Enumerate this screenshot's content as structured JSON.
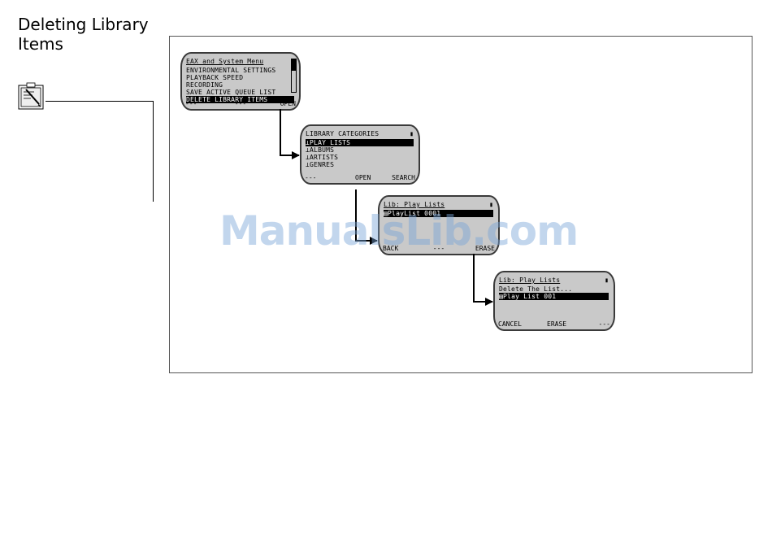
{
  "page": {
    "heading": "Deleting Library Items",
    "watermark": "ManualsLib.com"
  },
  "icons": {
    "note": "note-pad-icon",
    "battery": "battery-icon",
    "folder": "folder-tree-icon",
    "playlist": "playlist-icon"
  },
  "screens": {
    "eax_menu": {
      "title": "EAX and System Menu",
      "items": [
        {
          "label": "ENVIRONMENTAL SETTINGS"
        },
        {
          "label": "PLAYBACK SPEED"
        },
        {
          "label": "RECORDING"
        },
        {
          "label": "SAVE ACTIVE QUEUE LIST"
        },
        {
          "label": "DELETE LIBRARY ITEMS",
          "selected": true
        }
      ],
      "softkeys": {
        "left": "---",
        "center": "---",
        "right": "OPEN"
      }
    },
    "library_categories": {
      "title": "LIBRARY CATEGORIES",
      "items": [
        {
          "label": "PLAY LISTS",
          "selected": true
        },
        {
          "label": "ALBUMS"
        },
        {
          "label": "ARTISTS"
        },
        {
          "label": "GENRES"
        }
      ],
      "softkeys": {
        "left": "---",
        "center": "OPEN",
        "right": "SEARCH"
      }
    },
    "lib_play_lists": {
      "title": "Lib: Play Lists",
      "items": [
        {
          "label": "PlayList 0001",
          "selected": true
        }
      ],
      "softkeys": {
        "left": "BACK",
        "center": "---",
        "right": "ERASE"
      }
    },
    "confirm_delete": {
      "title": "Lib: Play Lists",
      "prompt": "Delete The List...",
      "items": [
        {
          "label": "Play List 001",
          "selected": true
        }
      ],
      "softkeys": {
        "left": "CANCEL",
        "center": "ERASE",
        "right": "---"
      }
    }
  }
}
